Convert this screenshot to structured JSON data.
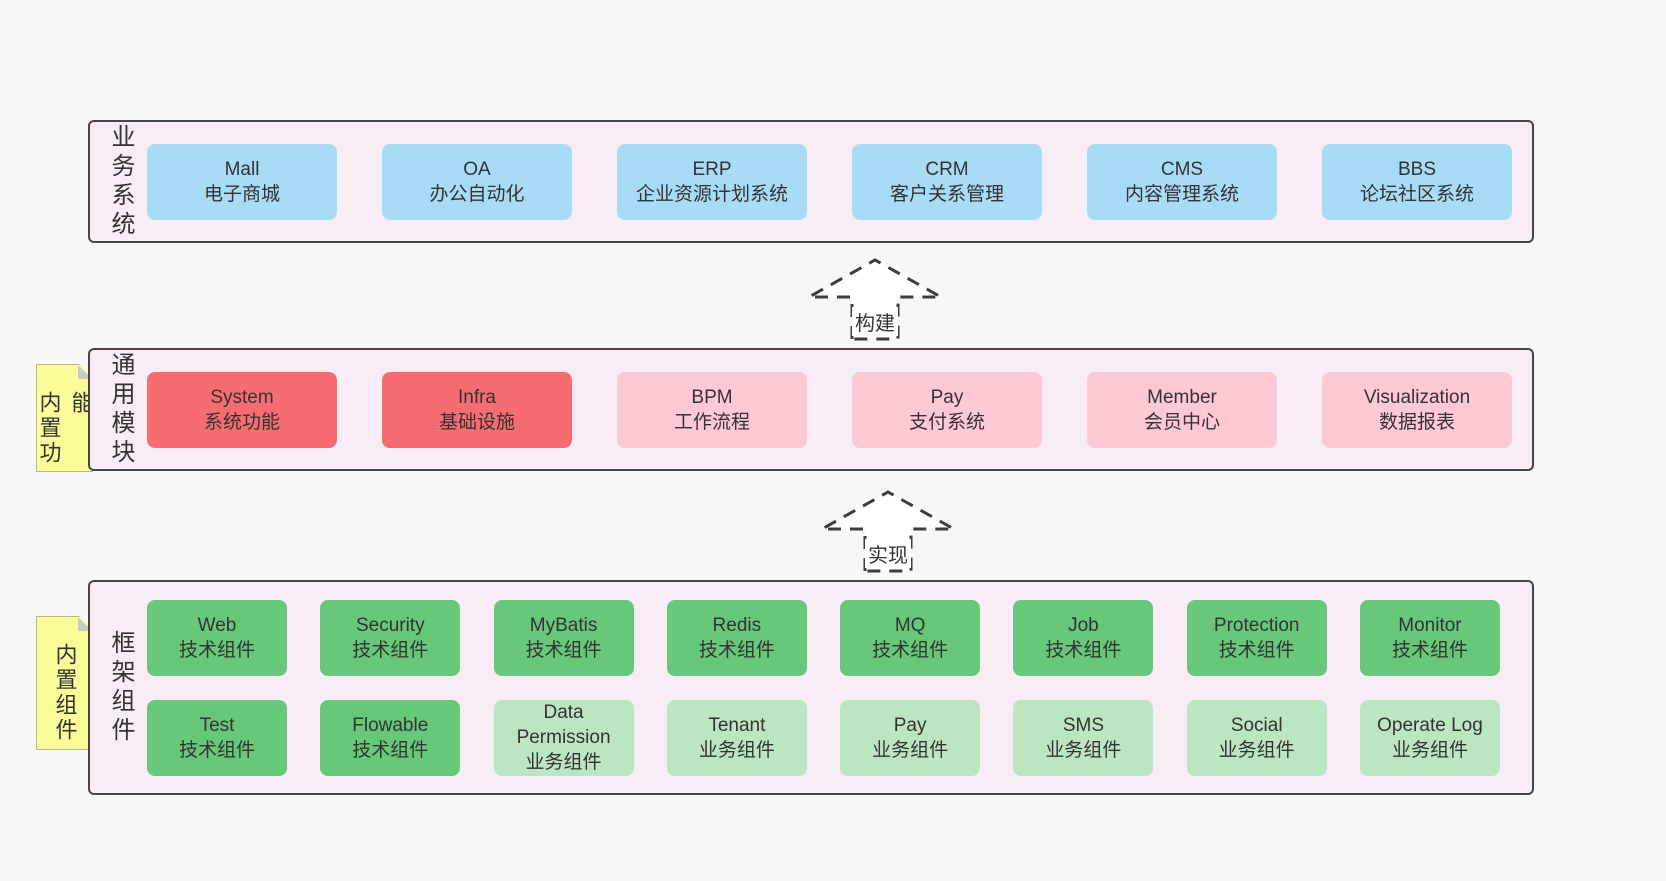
{
  "page": {
    "background": "#f7f7f7",
    "container_background": "#f8edf5",
    "container_border": "#464646"
  },
  "colors": {
    "blue_box": "#a8dbf5",
    "red_box": "#f66d71",
    "pink_box": "#fec9d2",
    "green_box": "#66c878",
    "light_green_box": "#bce5c2",
    "note_yellow": "#fafb99",
    "note_fold_gray": "#c9c9c9",
    "text": "#333333"
  },
  "notes": [
    {
      "label": "内置功能"
    },
    {
      "label": "内置组件"
    }
  ],
  "arrows": [
    {
      "label": "构建"
    },
    {
      "label": "实现"
    }
  ],
  "layers": [
    {
      "label": "业务系统",
      "boxes": [
        {
          "name": "Mall",
          "subtitle": "电子商城",
          "type": "blue"
        },
        {
          "name": "OA",
          "subtitle": "办公自动化",
          "type": "blue"
        },
        {
          "name": "ERP",
          "subtitle": "企业资源计划系统",
          "type": "blue"
        },
        {
          "name": "CRM",
          "subtitle": "客户关系管理",
          "type": "blue"
        },
        {
          "name": "CMS",
          "subtitle": "内容管理系统",
          "type": "blue"
        },
        {
          "name": "BBS",
          "subtitle": "论坛社区系统",
          "type": "blue"
        }
      ]
    },
    {
      "label": "通用模块",
      "boxes": [
        {
          "name": "System",
          "subtitle": "系统功能",
          "type": "red"
        },
        {
          "name": "Infra",
          "subtitle": "基础设施",
          "type": "red"
        },
        {
          "name": "BPM",
          "subtitle": "工作流程",
          "type": "pink"
        },
        {
          "name": "Pay",
          "subtitle": "支付系统",
          "type": "pink"
        },
        {
          "name": "Member",
          "subtitle": "会员中心",
          "type": "pink"
        },
        {
          "name": "Visualization",
          "subtitle": "数据报表",
          "type": "pink"
        }
      ]
    },
    {
      "label": "框架组件",
      "rows": [
        [
          {
            "name": "Web",
            "subtitle": "技术组件",
            "type": "green"
          },
          {
            "name": "Security",
            "subtitle": "技术组件",
            "type": "green"
          },
          {
            "name": "MyBatis",
            "subtitle": "技术组件",
            "type": "green"
          },
          {
            "name": "Redis",
            "subtitle": "技术组件",
            "type": "green"
          },
          {
            "name": "MQ",
            "subtitle": "技术组件",
            "type": "green"
          },
          {
            "name": "Job",
            "subtitle": "技术组件",
            "type": "green"
          },
          {
            "name": "Protection",
            "subtitle": "技术组件",
            "type": "green"
          },
          {
            "name": "Monitor",
            "subtitle": "技术组件",
            "type": "green"
          }
        ],
        [
          {
            "name": "Test",
            "subtitle": "技术组件",
            "type": "green"
          },
          {
            "name": "Flowable",
            "subtitle": "技术组件",
            "type": "green"
          },
          {
            "name": "Data Permission",
            "subtitle": "业务组件",
            "type": "lightgreen"
          },
          {
            "name": "Tenant",
            "subtitle": "业务组件",
            "type": "lightgreen"
          },
          {
            "name": "Pay",
            "subtitle": "业务组件",
            "type": "lightgreen"
          },
          {
            "name": "SMS",
            "subtitle": "业务组件",
            "type": "lightgreen"
          },
          {
            "name": "Social",
            "subtitle": "业务组件",
            "type": "lightgreen"
          },
          {
            "name": "Operate Log",
            "subtitle": "业务组件",
            "type": "lightgreen"
          }
        ]
      ]
    }
  ]
}
